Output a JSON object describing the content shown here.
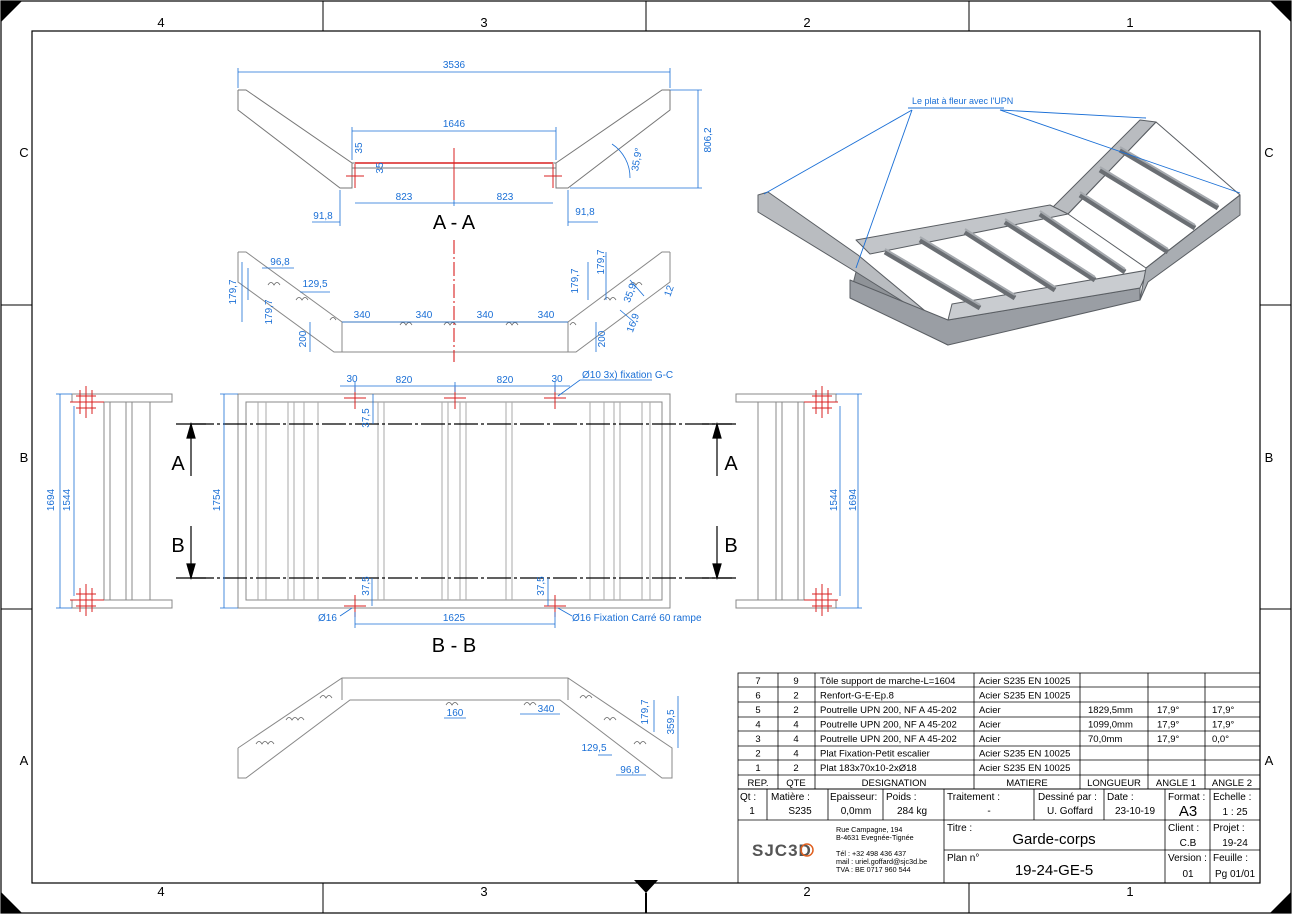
{
  "zones": {
    "cols": [
      "4",
      "3",
      "2",
      "1"
    ],
    "rows": [
      "C",
      "B",
      "A"
    ]
  },
  "view_aa": {
    "section_label": "A - A",
    "dims": {
      "overall": "3536",
      "inner": "1646",
      "half_left": "823",
      "half_right": "823",
      "height": "806,2",
      "angle": "35,9°",
      "flat_h1": "35",
      "flat_h2": "35",
      "offset_left": "91,8",
      "offset_right": "91,8"
    }
  },
  "view_mid": {
    "dims": {
      "left_h1": "179,7",
      "left_h2": "179,7",
      "notch_w": "96,8",
      "notch_off": "129,5",
      "sp1": "340",
      "sp2": "340",
      "sp3": "340",
      "sp4": "340",
      "base_l": "200",
      "base_r": "200",
      "right_h1": "179,7",
      "right_h2": "179,7",
      "ang1": "35,9",
      "ang2": "16,9",
      "ang3": "12"
    }
  },
  "view_bb": {
    "section_label": "B - B",
    "marks": {
      "a_left": "A",
      "a_right": "A",
      "b_left": "B",
      "b_right": "B"
    },
    "dims": {
      "e1": "30",
      "span1": "820",
      "span2": "820",
      "e2": "30",
      "top_off": "37,5",
      "bot_off1": "37,5",
      "bot_off2": "37,5",
      "bottom": "1625",
      "height": "1754",
      "left_outer": "1694",
      "left_inner": "1544",
      "right_inner": "1544",
      "right_outer": "1694"
    },
    "notes": {
      "top_hole": "Ø10 3x) fixation G-C",
      "bottom_hole_left": "Ø16",
      "bottom_hole_right": "Ø16 Fixation Carré 60 rampe"
    }
  },
  "view_bottom": {
    "dims": {
      "w160": "160",
      "w340": "340",
      "h179": "179,7",
      "h359": "359,5",
      "n129": "129,5",
      "n96": "96,8"
    }
  },
  "iso": {
    "note": "Le plat à fleur avec l'UPN"
  },
  "bom": {
    "headers": [
      "REP.",
      "QTE",
      "DESIGNATION",
      "MATIERE",
      "LONGUEUR",
      "ANGLE 1",
      "ANGLE 2"
    ],
    "rows": [
      [
        "7",
        "9",
        "Tôle support de marche-L=1604",
        "Acier S235 EN 10025",
        "",
        "",
        ""
      ],
      [
        "6",
        "2",
        "Renfort-G-E-Ep.8",
        "Acier S235 EN 10025",
        "",
        "",
        ""
      ],
      [
        "5",
        "2",
        "Poutrelle UPN 200, NF A 45-202",
        "Acier",
        "1829,5mm",
        "17,9°",
        "17,9°"
      ],
      [
        "4",
        "4",
        "Poutrelle UPN 200, NF A 45-202",
        "Acier",
        "1099,0mm",
        "17,9°",
        "17,9°"
      ],
      [
        "3",
        "4",
        "Poutrelle UPN 200, NF A 45-202",
        "Acier",
        "70,0mm",
        "17,9°",
        "0,0°"
      ],
      [
        "2",
        "4",
        "Plat Fixation-Petit escalier",
        "Acier S235 EN 10025",
        "",
        "",
        ""
      ],
      [
        "1",
        "2",
        "Plat 183x70x10-2xØ18",
        "Acier S235 EN 10025",
        "",
        "",
        ""
      ]
    ]
  },
  "title_block": {
    "qt_label": "Qt :",
    "qt": "1",
    "matiere_label": "Matière :",
    "matiere": "S235",
    "epaisseur_label": "Epaisseur:",
    "epaisseur": "0,0mm",
    "poids_label": "Poids :",
    "poids": "284 kg",
    "traitement_label": "Traitement :",
    "traitement": "-",
    "dessine_label": "Dessiné par :",
    "dessine": "U. Goffard",
    "date_label": "Date :",
    "date": "23-10-19",
    "format_label": "Format :",
    "format": "A3",
    "echelle_label": "Echelle :",
    "echelle": "1 : 25",
    "titre_label": "Titre :",
    "titre": "Garde-corps",
    "client_label": "Client :",
    "client": "C.B",
    "projet_label": "Projet :",
    "projet": "19-24",
    "plan_label": "Plan n°",
    "plan": "19-24-GE-5",
    "version_label": "Version :",
    "version": "01",
    "feuille_label": "Feuille :",
    "feuille": "Pg 01/01",
    "logo_text": "SJC3D",
    "address": [
      "Rue Campagne, 194",
      "B-4631 Evegnée-Tignée",
      "",
      "Tél : +32 498 436 437",
      "mail : uriel.goffard@sjc3d.be",
      "TVA : BE 0717 960 544"
    ]
  },
  "colors": {
    "dim": "#1a6fd6",
    "red": "#d92020",
    "steel": "#9a9ea4"
  }
}
